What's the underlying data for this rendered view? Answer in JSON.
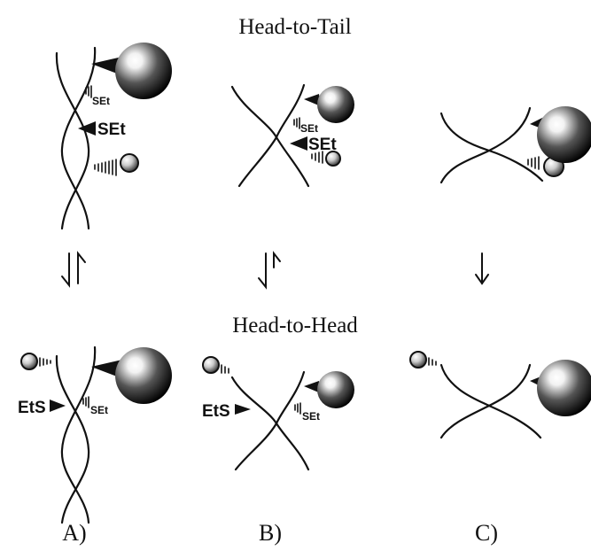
{
  "headings": {
    "top": "Head-to-Tail",
    "middle": "Head-to-Head"
  },
  "panel_labels": [
    "A)",
    "B)",
    "C)"
  ],
  "substituent_labels": {
    "set": "SEt",
    "ets": "EtS"
  },
  "colors": {
    "ink": "#111111",
    "sphere_light": "#ffffff",
    "sphere_dark": "#000000"
  },
  "icons": [
    "large-sphere-icon",
    "small-sphere-icon",
    "equilibrium-arrows-icon",
    "down-arrow-icon"
  ]
}
